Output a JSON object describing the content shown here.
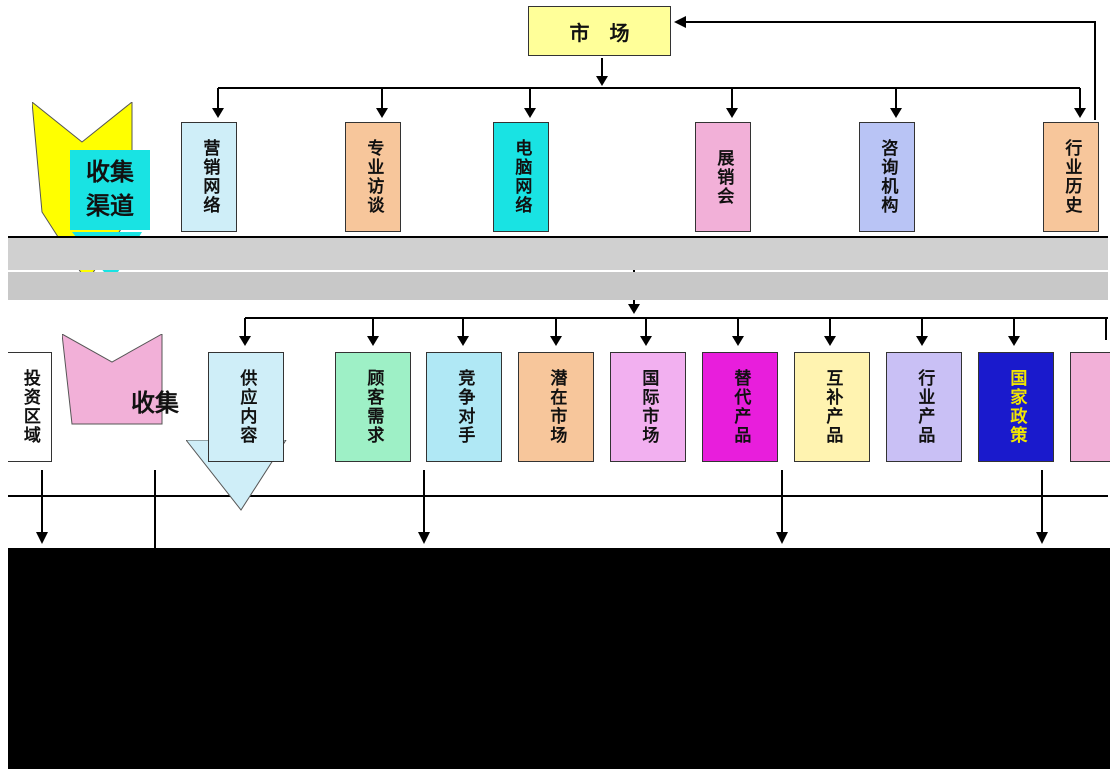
{
  "top": {
    "market": "市　场"
  },
  "channels_title": "收集渠道",
  "channels": [
    {
      "label": "营销网络",
      "color": "#cfeef8"
    },
    {
      "label": "专业访谈",
      "color": "#f7c69b"
    },
    {
      "label": "电脑网络",
      "color": "#19e3e3"
    },
    {
      "label": "展销会",
      "color": "#f2b0d8"
    },
    {
      "label": "咨询机构",
      "color": "#b9c4f5"
    },
    {
      "label": "行业历史",
      "color": "#f7c69b"
    }
  ],
  "content_title": "收集",
  "content_items": [
    {
      "label": "供应内容",
      "color": "#cfeef8"
    },
    {
      "label": "顾客需求",
      "color": "#9ef0c6"
    },
    {
      "label": "竞争对手",
      "color": "#b0e8f5"
    },
    {
      "label": "潜在市场",
      "color": "#f7c69b"
    },
    {
      "label": "国际市场",
      "color": "#f2b0f0"
    },
    {
      "label": "替代产品",
      "color": "#e81edc"
    },
    {
      "label": "互补产品",
      "color": "#fff3b0"
    },
    {
      "label": "行业产品",
      "color": "#c9c0f5"
    },
    {
      "label": "国家政策",
      "color": "#1a1acc"
    },
    {
      "label": "",
      "color": "#f2b0d8"
    }
  ],
  "left_partial": "投资区域"
}
